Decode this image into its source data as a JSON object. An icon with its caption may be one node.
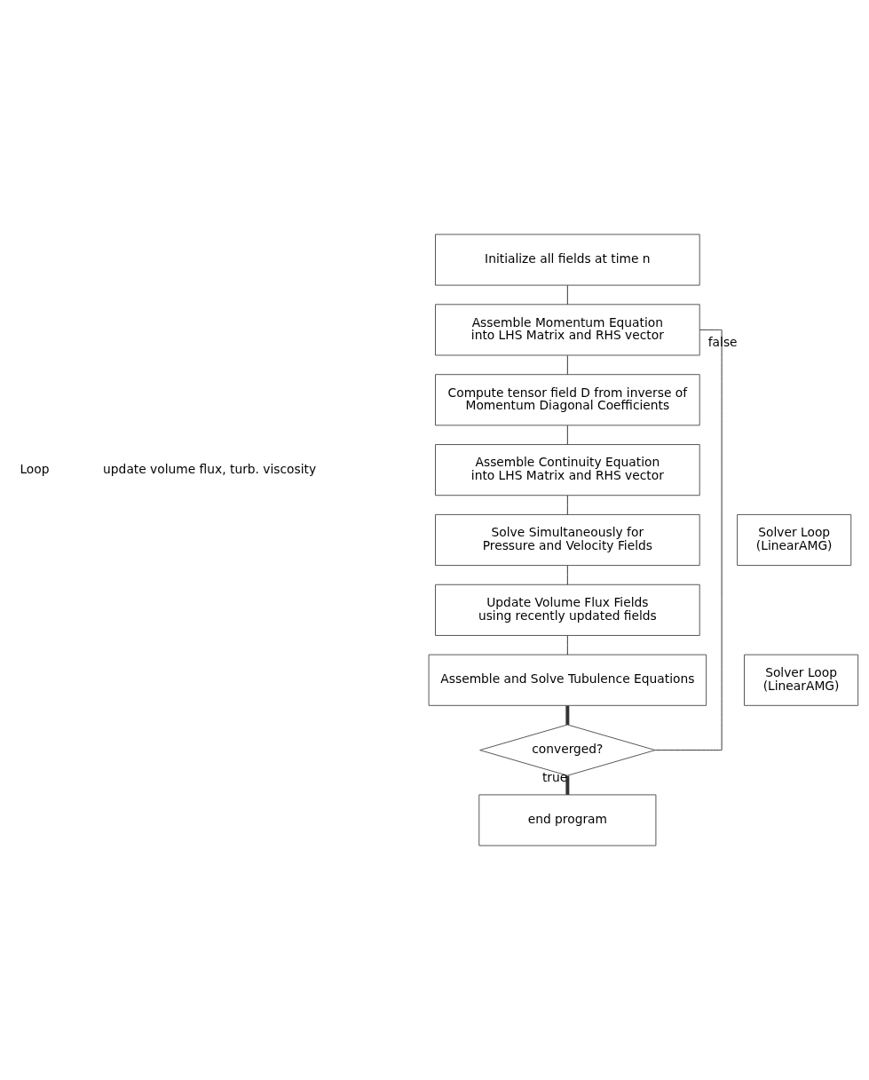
{
  "diagram": {
    "nodes": [
      {
        "text": [
          "Initialize all fields at time n"
        ]
      },
      {
        "text": [
          "Assemble Momentum Equation into LHS Matrix and RHS vector"
        ]
      },
      {
        "text": [
          "Compute tensor field D from inverse of Momentum Diagonal Coefficients"
        ]
      },
      {
        "text": [
          "Assemble Continuity Equation into LHS Matrix and RHS vector"
        ]
      },
      {
        "text": [
          "Solve Simultaneously for Pressure and Velocity Fields"
        ]
      },
      {
        "text": [
          "Update Volume Flux Fields using recently updated fields"
        ]
      },
      {
        "text": [
          "Assemble and Solve Tubulence Equations"
        ]
      },
      {
        "text": [
          "converged?"
        ]
      },
      {
        "text": [
          "end program"
        ]
      },
      {
        "text": [
          "Solver Loop (LinearAMG)"
        ]
      },
      {
        "text": [
          "Solver Loop (LinearAMG)"
        ]
      }
    ],
    "edges": [
      {
        "from": 0,
        "to": 1,
        "arrow": "none"
      },
      {
        "from": 1,
        "to": 2,
        "arrow": "none"
      },
      {
        "from": 2,
        "to": 3,
        "arrow": "none"
      },
      {
        "from": 3,
        "to": 4,
        "arrow": "none"
      },
      {
        "from": 4,
        "to": 5,
        "arrow": "none"
      },
      {
        "from": 5,
        "to": 6,
        "arrow": "none"
      },
      {
        "from": 6,
        "to": 7,
        "arrow": "none",
        "style": "thick"
      },
      {
        "from": 7,
        "to": 8,
        "arrow": "none",
        "label": "true",
        "style": "thick"
      },
      {
        "from": 7,
        "to": 1,
        "arrow": "none",
        "label": "false"
      }
    ],
    "labels": [
      "Loop",
      "update volume flux, turb. viscosity"
    ]
  }
}
